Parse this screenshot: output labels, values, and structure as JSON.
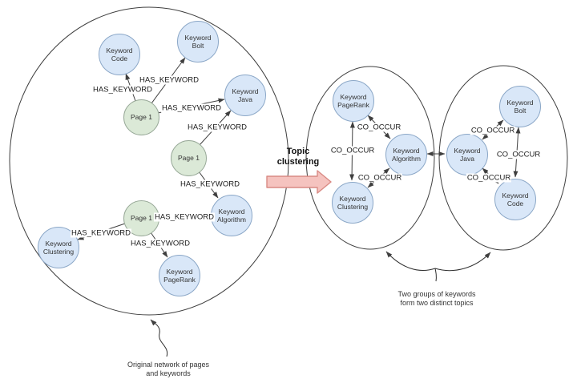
{
  "left_cluster": {
    "page_label": "Page 1",
    "edge_label": "HAS_KEYWORD",
    "keywords": [
      {
        "line1": "Keyword",
        "line2": "Code"
      },
      {
        "line1": "Keyword",
        "line2": "Bolt"
      },
      {
        "line1": "Keyword",
        "line2": "Java"
      },
      {
        "line1": "Keyword",
        "line2": "Algorithm"
      },
      {
        "line1": "Keyword",
        "line2": "Clustering"
      },
      {
        "line1": "Keyword",
        "line2": "PageRank"
      }
    ],
    "annotation": {
      "line1": "Original network of pages",
      "line2": "and keywords"
    }
  },
  "transform_arrow": {
    "label_line1": "Topic",
    "label_line2": "clustering"
  },
  "topic_a": {
    "edge_label": "CO_OCCUR",
    "keywords": [
      {
        "line1": "Keyword",
        "line2": "PageRank"
      },
      {
        "line1": "Keyword",
        "line2": "Algorithm"
      },
      {
        "line1": "Keyword",
        "line2": "Clustering"
      }
    ]
  },
  "topic_b": {
    "edge_label": "CO_OCCUR",
    "keywords": [
      {
        "line1": "Keyword",
        "line2": "Java"
      },
      {
        "line1": "Keyword",
        "line2": "Bolt"
      },
      {
        "line1": "Keyword",
        "line2": "Code"
      }
    ]
  },
  "right_annotation": {
    "line1": "Two groups of keywords",
    "line2": "form two distinct topics"
  },
  "colors": {
    "keyword_fill": "#d9e7f8",
    "keyword_border": "#8ba7c7",
    "page_fill": "#dbe9d7",
    "page_border": "#98a998",
    "arrow_fill": "#f5c3bf",
    "arrow_border": "#d98a84"
  }
}
